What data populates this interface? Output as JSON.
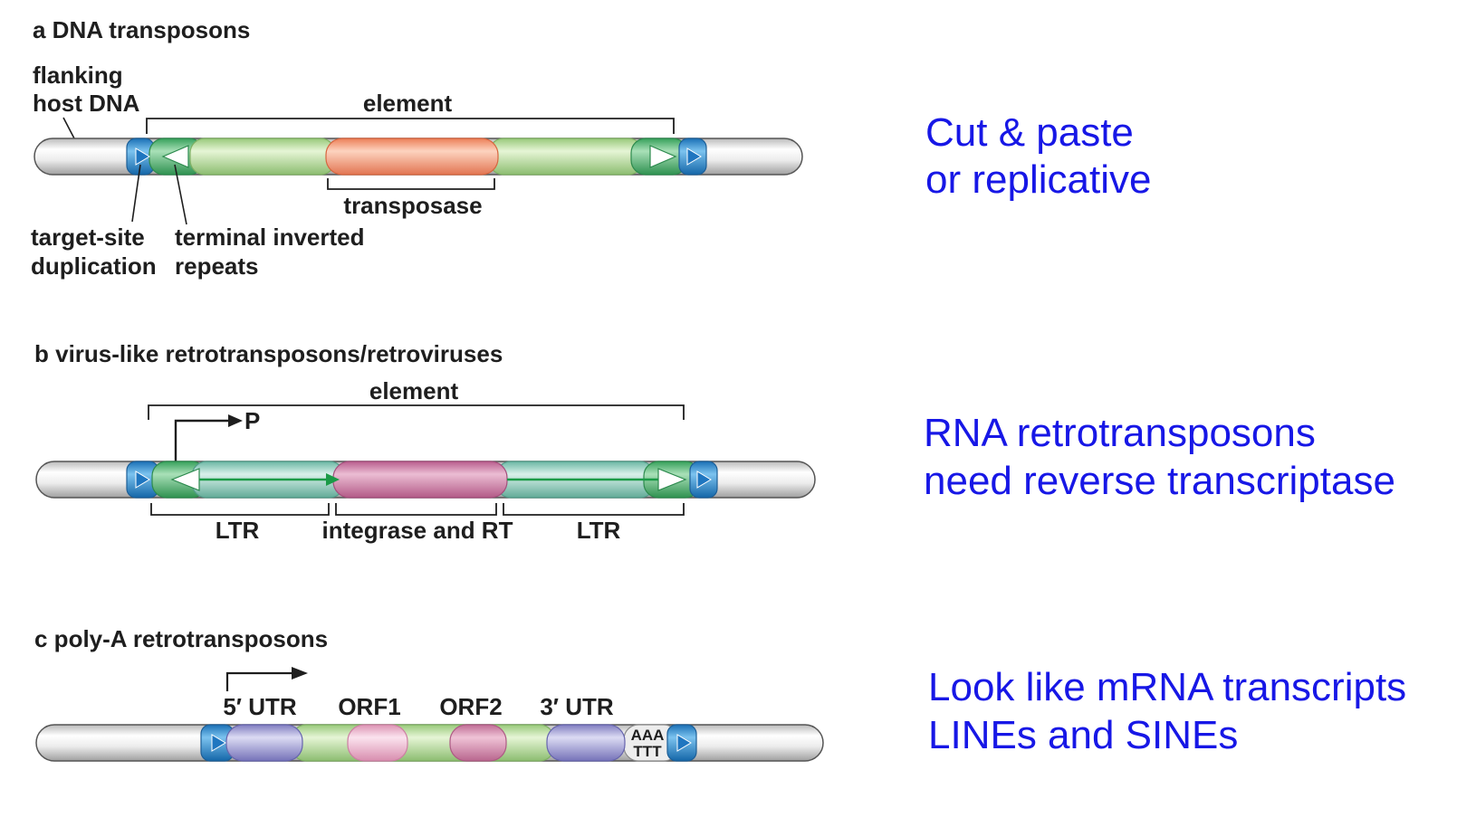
{
  "panel_a": {
    "title": "a  DNA transposons",
    "flanking_line1": "flanking",
    "flanking_line2": "host DNA",
    "element": "element",
    "transposase": "transposase",
    "tsd_line1": "target-site",
    "tsd_line2": "duplication",
    "tir_line1": "terminal inverted",
    "tir_line2": "repeats",
    "note_line1": "Cut & paste",
    "note_line2": "or replicative"
  },
  "panel_b": {
    "title": "b  virus-like retrotransposons/retroviruses",
    "element": "element",
    "promoter": "P",
    "ltr_left": "LTR",
    "middle": "integrase and RT",
    "ltr_right": "LTR",
    "note_line1": "RNA retrotransposons",
    "note_line2": "need reverse transcriptase"
  },
  "panel_c": {
    "title": "c  poly-A retrotransposons",
    "utr5": "5′ UTR",
    "orf1": "ORF1",
    "orf2": "ORF2",
    "utr3": "3′ UTR",
    "polya_top": "AAA",
    "polya_bottom": "TTT",
    "note_line1": "Look like mRNA transcripts",
    "note_line2": "LINEs and SINEs"
  },
  "colors": {
    "host_dna": "#e6e6e6",
    "target_site_duplication": "#2a8ad0",
    "terminal_repeat": "#5cbd7a",
    "element_body": "#c4e2a4",
    "transposase": "#f8a983",
    "ltr": "#a6d8c8",
    "integrase_rt": "#d48eb0",
    "utr": "#b0aedd",
    "orf1": "#f2c4d6",
    "orf2": "#d993b3",
    "note_text": "#1717e6"
  }
}
